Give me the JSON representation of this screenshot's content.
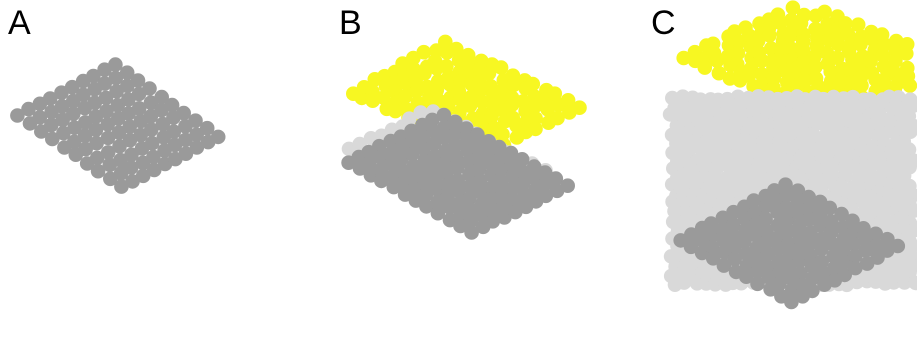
{
  "panels": [
    {
      "label": "A"
    },
    {
      "label": "B"
    },
    {
      "label": "C"
    }
  ],
  "colors": {
    "dark_gray": "#9a9a9a",
    "light_gray": "#d9d9d9",
    "yellow": "#f7f722",
    "background": "#ffffff"
  }
}
